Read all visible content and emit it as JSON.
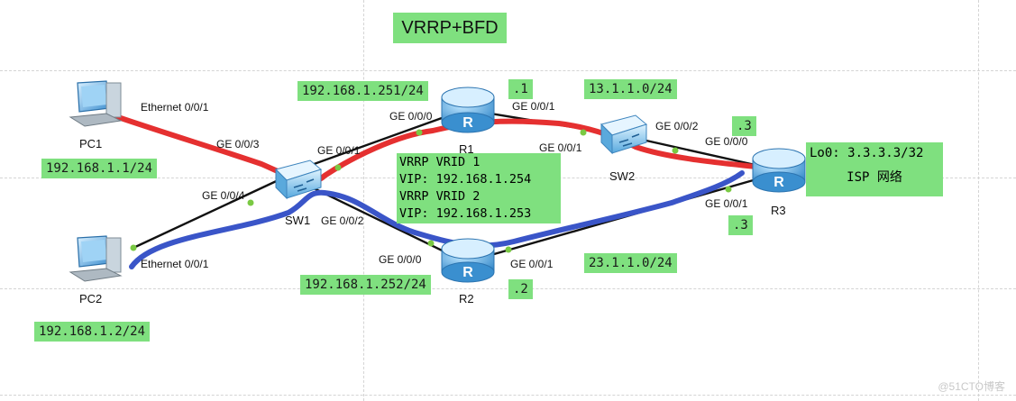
{
  "title": "VRRP+BFD",
  "devices": {
    "pc1": "PC1",
    "pc2": "PC2",
    "sw1": "SW1",
    "sw2": "SW2",
    "r1": "R1",
    "r2": "R2",
    "r3": "R3",
    "router_glyph": "R"
  },
  "ports": {
    "pc1_eth": "Ethernet 0/0/1",
    "pc2_eth": "Ethernet 0/0/1",
    "sw1_ge003": "GE 0/0/3",
    "sw1_ge004": "GE 0/0/4",
    "sw1_ge001": "GE 0/0/1",
    "sw1_ge002": "GE 0/0/2",
    "r1_ge000": "GE 0/0/0",
    "r1_ge001": "GE 0/0/1",
    "sw2_ge001": "GE 0/0/1",
    "sw2_ge002": "GE 0/0/2",
    "r3_ge000": "GE 0/0/0",
    "r3_ge001": "GE 0/0/1",
    "r2_ge000": "GE 0/0/0",
    "r2_ge001": "GE 0/0/1"
  },
  "labels": {
    "pc1_ip": "192.168.1.1/24",
    "pc2_ip": "192.168.1.2/24",
    "r1_ip": "192.168.1.251/24",
    "r2_ip": "192.168.1.252/24",
    "r1_dot1": ".1",
    "r2_dot2": ".2",
    "r3_dot3_top": ".3",
    "r3_dot3_bottom": ".3",
    "net_13": "13.1.1.0/24",
    "net_23": "23.1.1.0/24",
    "vrrp_line1": "VRRP VRID 1",
    "vrrp_line2": "VIP: 192.168.1.254",
    "vrrp_line3": "VRRP VRID 2",
    "vrrp_line4": "VIP: 192.168.1.253",
    "lo_line1": "Lo0: 3.3.3.3/32",
    "lo_line2": "ISP 网络"
  },
  "watermark": "@51CTO博客",
  "colors": {
    "label_bg": "#7fe07f",
    "path_red": "#e53030",
    "path_blue": "#3a55c8",
    "link": "#111111",
    "port_dot": "#7ac943",
    "device_blue": "#4aa3df"
  }
}
